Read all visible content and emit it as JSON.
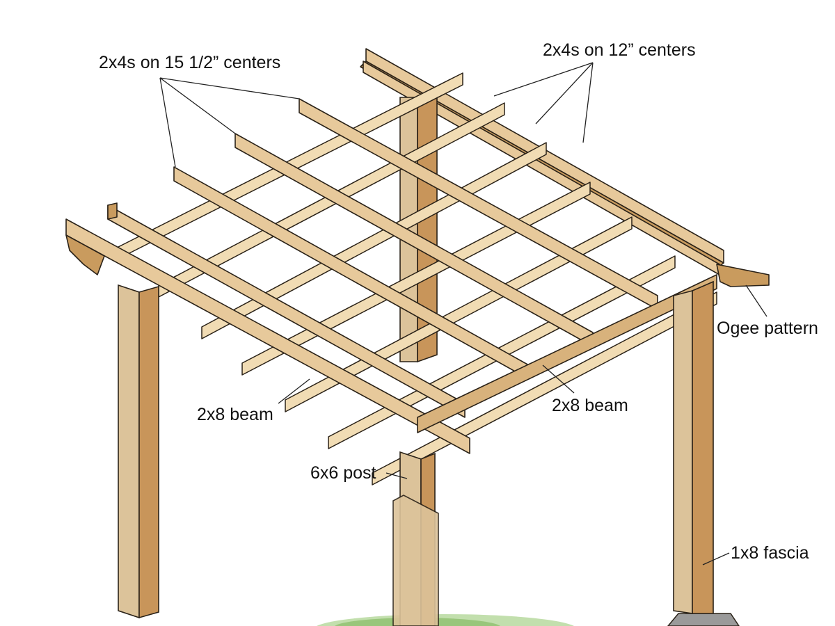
{
  "labels": {
    "rafters_top_left": "2x4s on 15 1/2” centers",
    "rafters_top_right": "2x4s on 12” centers",
    "ogee": "Ogee pattern",
    "beam_left": "2x8 beam",
    "beam_right": "2x8 beam",
    "post": "6x6 post",
    "fascia": "1x8 fascia"
  },
  "colors": {
    "wood_face": "#e7c99b",
    "wood_side": "#c99b5e",
    "wood_light": "#f1dcb4",
    "post_face": "#dcc39a",
    "post_side": "#c8955a",
    "outline": "#2a2218",
    "leader": "#222222",
    "grass": "#8fc46a",
    "concrete": "#9a9a9a"
  }
}
